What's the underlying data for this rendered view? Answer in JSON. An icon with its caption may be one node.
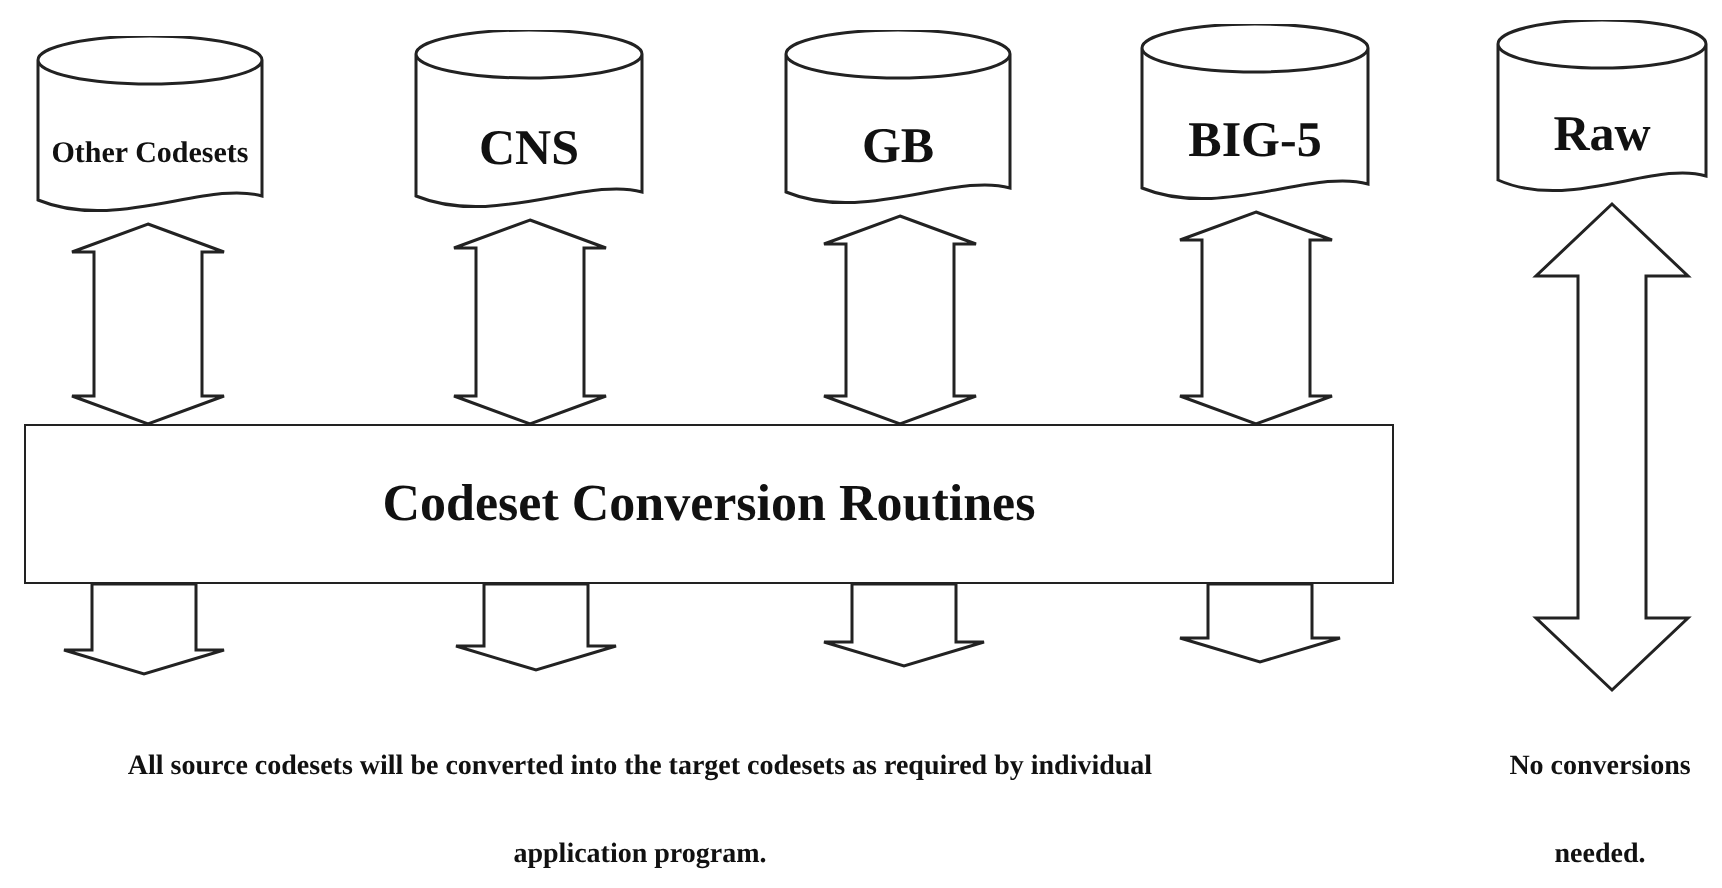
{
  "diagram": {
    "nodes": [
      {
        "text": [
          "Other Codesets"
        ]
      },
      {
        "text": [
          "CNS"
        ]
      },
      {
        "text": [
          "GB"
        ]
      },
      {
        "text": [
          "BIG-5"
        ]
      },
      {
        "text": [
          "Raw"
        ]
      },
      {
        "text": [
          "Codeset Conversion Routines"
        ]
      },
      {
        "text": [
          "All source codesets will be converted into the target codesets as required by individual application program."
        ]
      },
      {
        "text": [
          "No conversions needed."
        ]
      }
    ],
    "edges": [
      {
        "from": 0,
        "to": 5,
        "arrow": "both"
      },
      {
        "from": 1,
        "to": 5,
        "arrow": "both"
      },
      {
        "from": 2,
        "to": 5,
        "arrow": "both"
      },
      {
        "from": 3,
        "to": 5,
        "arrow": "both"
      },
      {
        "from": 5,
        "to": null,
        "arrow": "to"
      },
      {
        "from": 5,
        "to": null,
        "arrow": "to"
      },
      {
        "from": 5,
        "to": null,
        "arrow": "to"
      },
      {
        "from": 5,
        "to": null,
        "arrow": "to"
      },
      {
        "from": 4,
        "to": null,
        "arrow": "both"
      }
    ]
  }
}
